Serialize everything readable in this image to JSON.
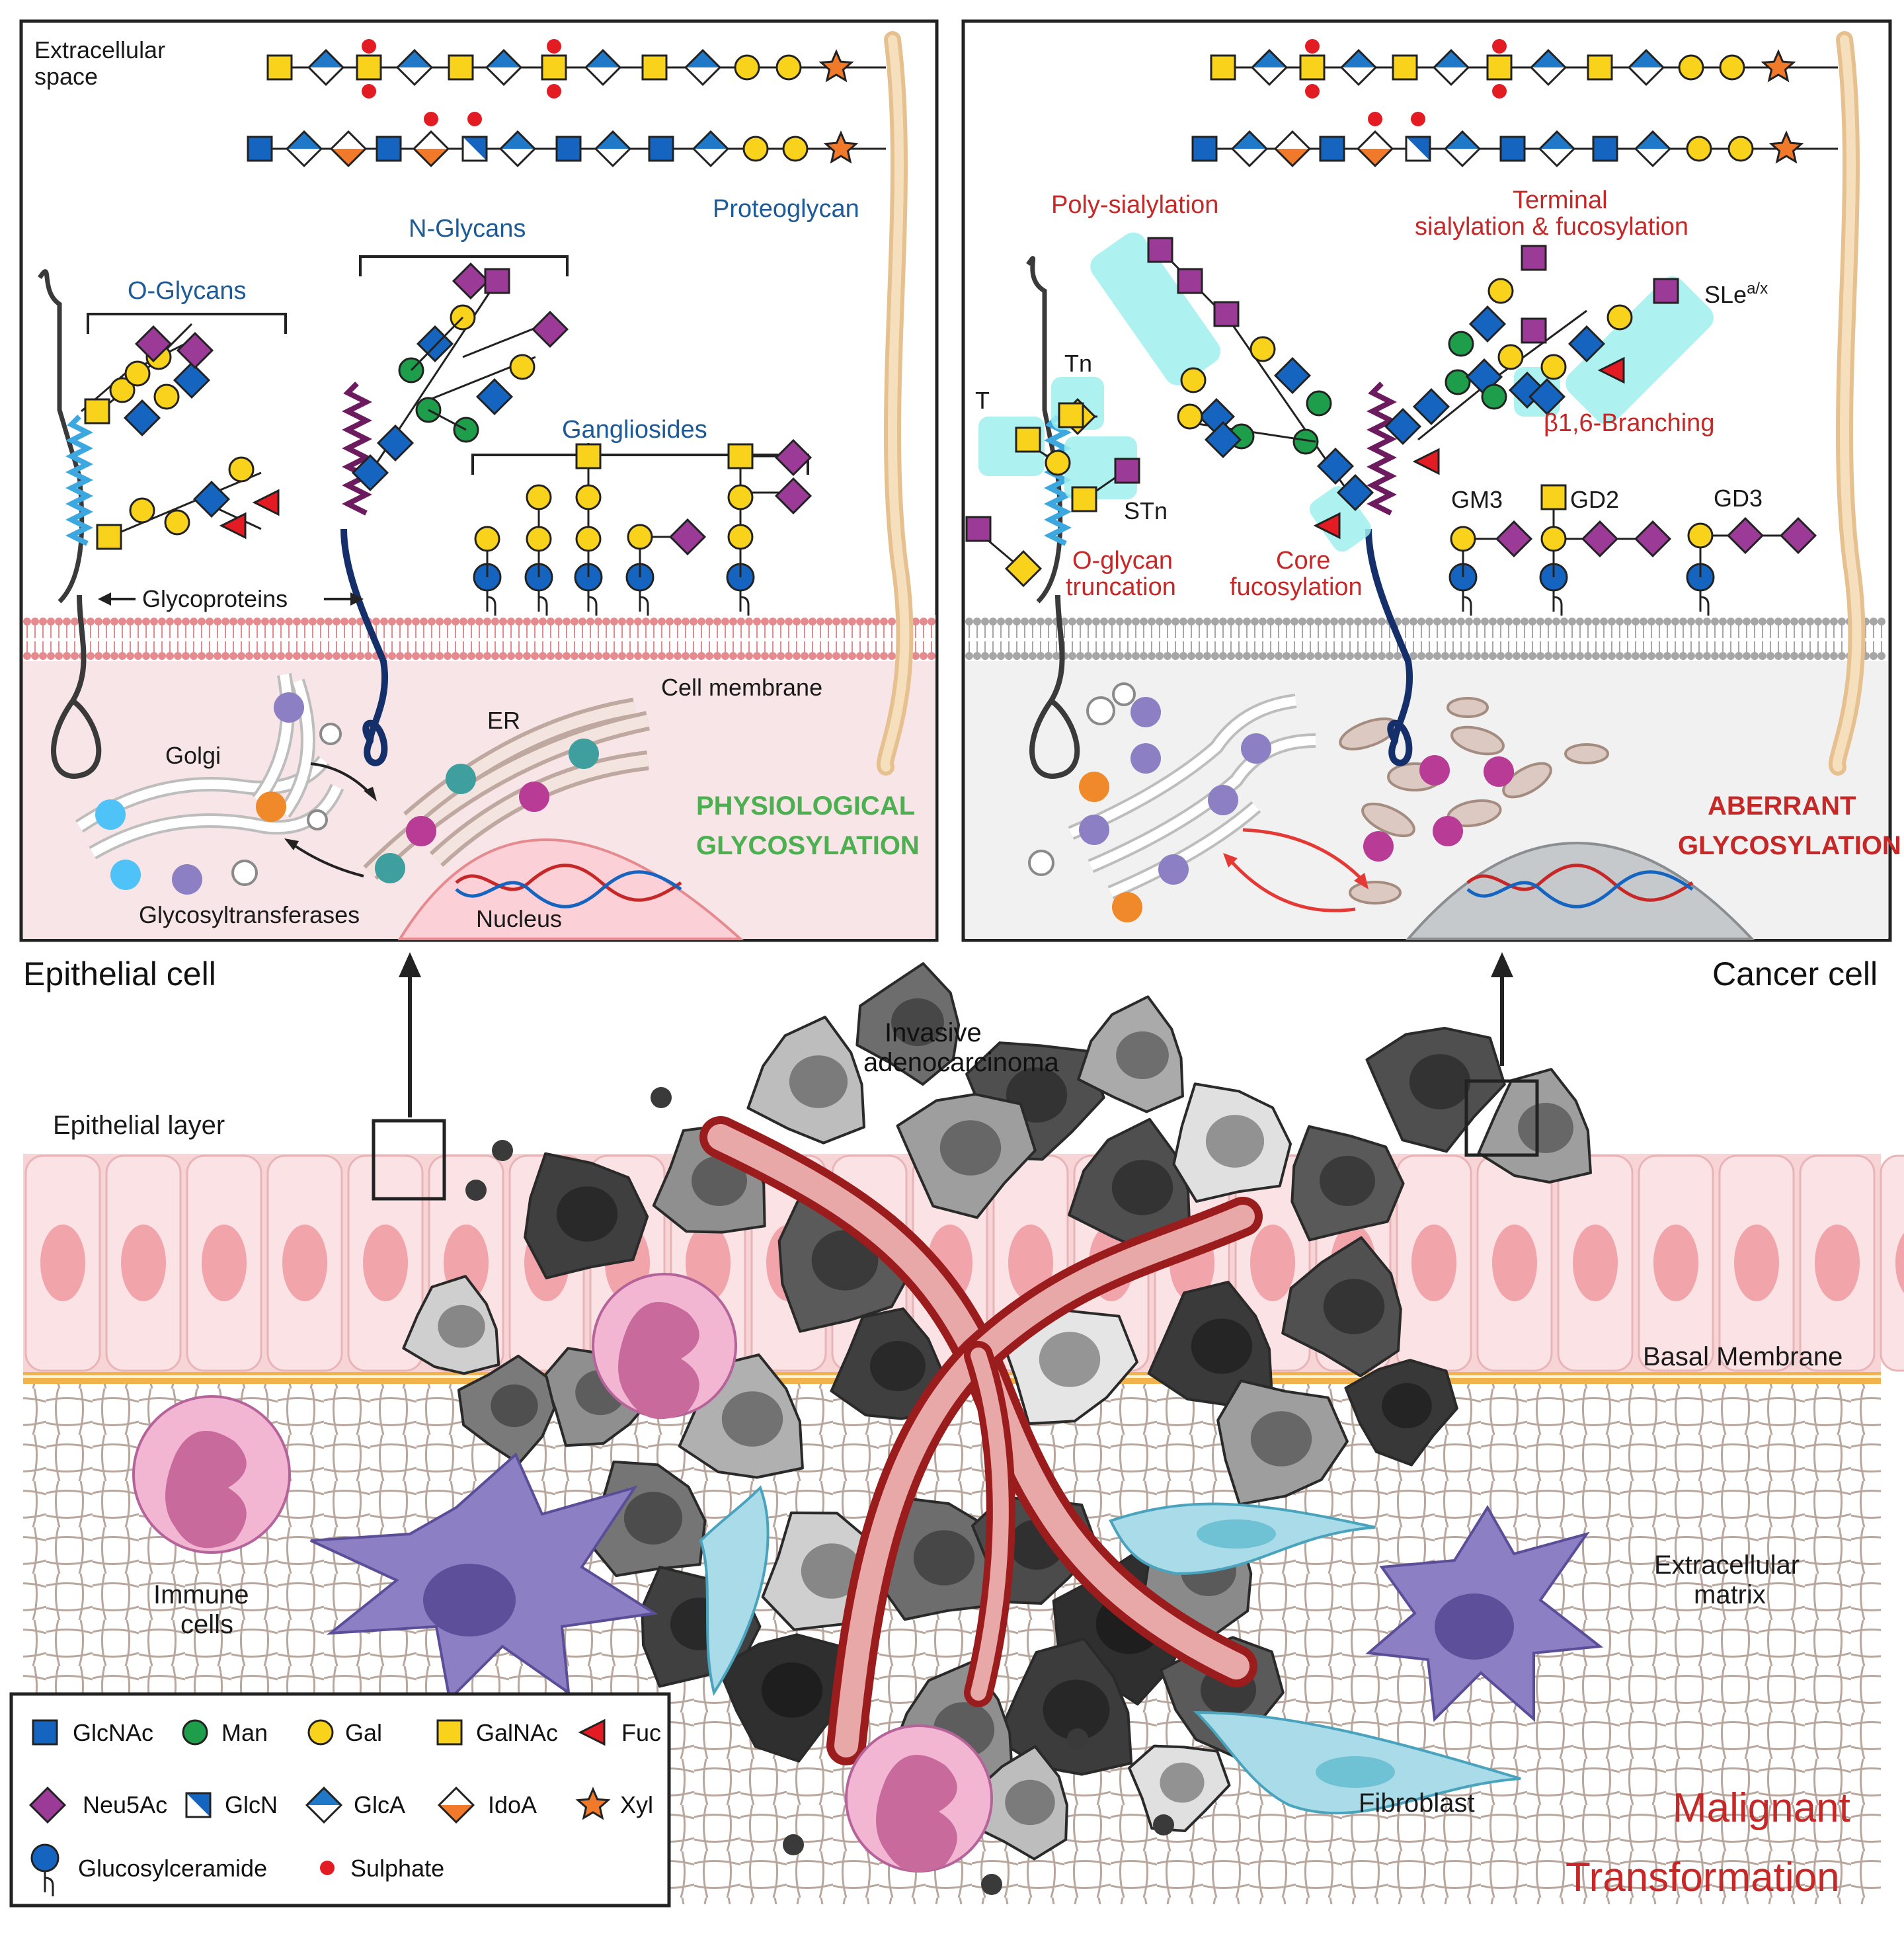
{
  "colors": {
    "glcnac": "#1565c0",
    "man": "#1e9e4a",
    "gal": "#f9d21c",
    "galnac": "#f9d21c",
    "fuc": "#e31b23",
    "neu5ac": "#9c3a98",
    "glca": "#1f78c8",
    "idoa": "#f07a2a",
    "xyl": "#f07a2a",
    "sulphate": "#e31b23",
    "highlight": "#9ff0ee",
    "membrane_left": "#e58b8f",
    "membrane_right": "#a6a6a6",
    "epithelium": "#f7d5d7",
    "basal": "#f3b34c"
  },
  "left_panel": {
    "extracellular_space": [
      "Extracellular",
      "space"
    ],
    "proteoglycan": "Proteoglycan",
    "n_glycans": "N-Glycans",
    "o_glycans": "O-Glycans",
    "gangliosides": "Gangliosides",
    "glycoproteins": "Glycoproteins",
    "cell_membrane": "Cell membrane",
    "golgi": "Golgi",
    "er": "ER",
    "nucleus": "Nucleus",
    "glycosyltransferases": "Glycosyltransferases",
    "status": [
      "PHYSIOLOGICAL",
      "GLYCOSYLATION"
    ],
    "caption": "Epithelial cell"
  },
  "right_panel": {
    "poly_sialylation": "Poly-sialylation",
    "terminal": [
      "Terminal",
      "sialylation & fucosylation"
    ],
    "sle": "SLe",
    "sle_sup": "a/x",
    "tn": "Tn",
    "t": "T",
    "stn": "STn",
    "branching": "β1,6-Branching",
    "o_glycan_trunc": [
      "O-glycan",
      "truncation"
    ],
    "core_fuc": [
      "Core",
      "fucosylation"
    ],
    "gm3": "GM3",
    "gd2": "GD2",
    "gd3": "GD3",
    "status": [
      "ABERRANT",
      "GLYCOSYLATION"
    ],
    "caption": "Cancer cell"
  },
  "tissue": {
    "invasive": [
      "Invasive",
      "adenocarcinoma"
    ],
    "epithelial_layer": "Epithelial layer",
    "basal_membrane": "Basal Membrane",
    "extracellular_matrix": [
      "Extracellular",
      "matrix"
    ],
    "immune_cells": [
      "Immune",
      "cells"
    ],
    "fibroblast": "Fibroblast",
    "malignant": [
      "Malignant",
      "Transformation"
    ]
  },
  "legend": {
    "glcnac": "GlcNAc",
    "man": "Man",
    "gal": "Gal",
    "galnac": "GalNAc",
    "fuc": "Fuc",
    "neu5ac": "Neu5Ac",
    "glcn": "GlcN",
    "glca": "GlcA",
    "idoa": "IdoA",
    "xyl": "Xyl",
    "glucosylceramide": "Glucosylceramide",
    "sulphate": "Sulphate"
  }
}
